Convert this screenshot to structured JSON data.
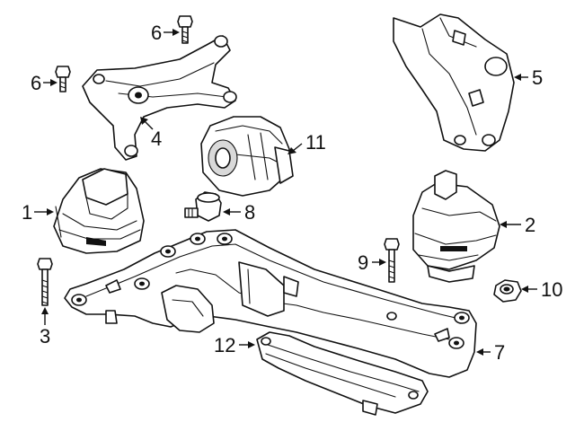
{
  "diagram": {
    "callouts": [
      {
        "id": "1",
        "label": "1"
      },
      {
        "id": "2",
        "label": "2"
      },
      {
        "id": "3",
        "label": "3"
      },
      {
        "id": "4",
        "label": "4"
      },
      {
        "id": "5",
        "label": "5"
      },
      {
        "id": "6a",
        "label": "6"
      },
      {
        "id": "6b",
        "label": "6"
      },
      {
        "id": "7",
        "label": "7"
      },
      {
        "id": "8",
        "label": "8"
      },
      {
        "id": "9",
        "label": "9"
      },
      {
        "id": "10",
        "label": "10"
      },
      {
        "id": "11",
        "label": "11"
      },
      {
        "id": "12",
        "label": "12"
      }
    ]
  }
}
